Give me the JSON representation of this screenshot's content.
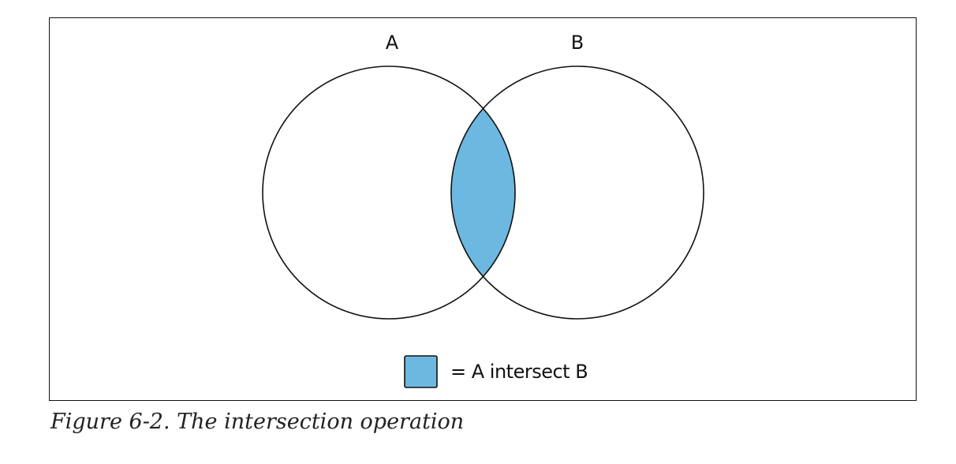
{
  "diagram": {
    "sets": [
      {
        "label": "A"
      },
      {
        "label": "B"
      }
    ],
    "highlight": {
      "region": "intersection",
      "color": "#6cb8e0"
    },
    "legend": {
      "text": "= A intersect B"
    }
  },
  "caption": "Figure 6-2. The intersection operation"
}
